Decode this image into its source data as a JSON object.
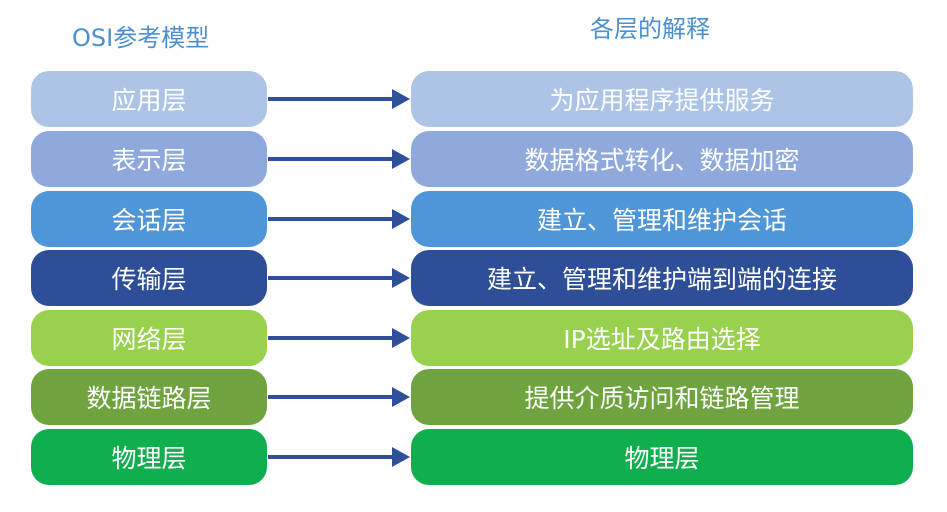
{
  "headings": {
    "left": "OSI参考模型",
    "right": "各层的解释"
  },
  "rows": [
    {
      "layer": "应用层",
      "description": "为应用程序提供服务",
      "color": "#aec4e6"
    },
    {
      "layer": "表示层",
      "description": "数据格式转化、数据加密",
      "color": "#8fa9dc"
    },
    {
      "layer": "会话层",
      "description": "建立、管理和维护会话",
      "color": "#4f96d8"
    },
    {
      "layer": "传输层",
      "description": "建立、管理和维护端到端的连接",
      "color": "#2e4f97"
    },
    {
      "layer": "网络层",
      "description": "IP选址及路由选择",
      "color": "#98d14d"
    },
    {
      "layer": "数据链路层",
      "description": "提供介质访问和链路管理",
      "color": "#6ea33f"
    },
    {
      "layer": "物理层",
      "description": "物理层",
      "color": "#0fae4f"
    }
  ],
  "colors": {
    "heading": "#4a8fd0",
    "arrow": "#2f4f9a"
  }
}
